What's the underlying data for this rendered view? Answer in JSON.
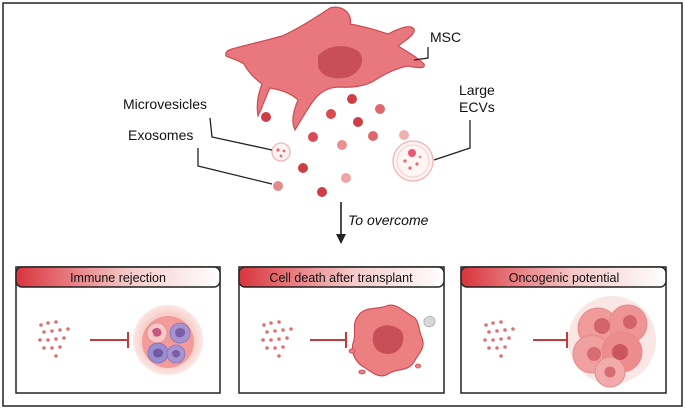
{
  "labels": {
    "msc": "MSC",
    "microvesicles": "Microvesicles",
    "exosomes": "Exosomes",
    "large_ecvs_line1": "Large",
    "large_ecvs_line2": "ECVs",
    "to_overcome": "To overcome"
  },
  "panels": [
    {
      "title": "Immune rejection"
    },
    {
      "title": "Cell death after transplant"
    },
    {
      "title": "Oncogenic potential"
    }
  ],
  "colors": {
    "cell_fill": "#e8787e",
    "cell_stroke": "#c8464e",
    "nucleus": "#c84f57",
    "vesicle_dark": "#cf3d45",
    "vesicle_light": "#f0a4a4",
    "header_gradient_start": "#d9343c",
    "header_gradient_end": "#ffffff",
    "inhibit": "#c83a3a",
    "immune_cell": "#9b8fc9"
  }
}
